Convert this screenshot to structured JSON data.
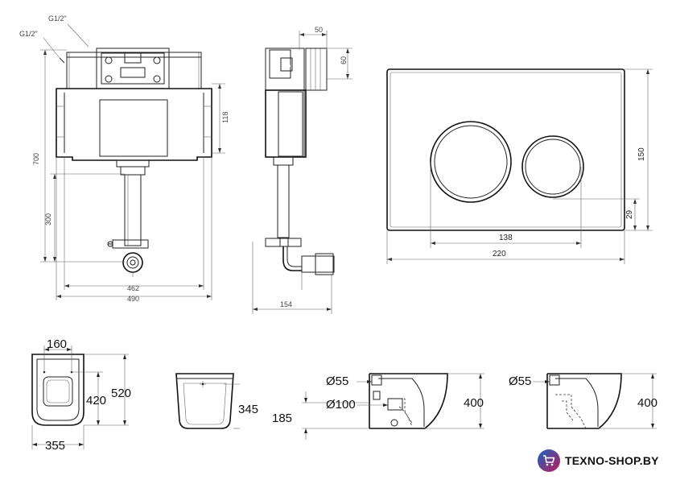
{
  "labels": {
    "frame_front": {
      "g12_top": "G1/2\"",
      "g12_left": "G1/2\"",
      "h_700": "700",
      "h_300": "300",
      "h_118": "118",
      "w_462": "462",
      "w_490": "490"
    },
    "frame_side": {
      "d_50": "50",
      "d_60": "60",
      "d_154": "154"
    },
    "flush_plate": {
      "w_220": "220",
      "w_138": "138",
      "h_150": "150",
      "h_29": "29"
    },
    "toilet_top": {
      "w_160": "160",
      "l_420": "420",
      "l_520": "520",
      "w_355": "355"
    },
    "toilet_front": {
      "h_345": "345"
    },
    "toilet_side_a": {
      "d55": "Ø55",
      "d100": "Ø100",
      "h_185": "185",
      "h_400": "400"
    },
    "toilet_side_b": {
      "d55": "Ø55",
      "h_400": "400"
    }
  },
  "brand": {
    "text": "TEXNO-SHOP.BY",
    "icon": "cart-icon",
    "colors": {
      "gradient_start": "#1565c0",
      "gradient_end": "#c2185b"
    }
  }
}
